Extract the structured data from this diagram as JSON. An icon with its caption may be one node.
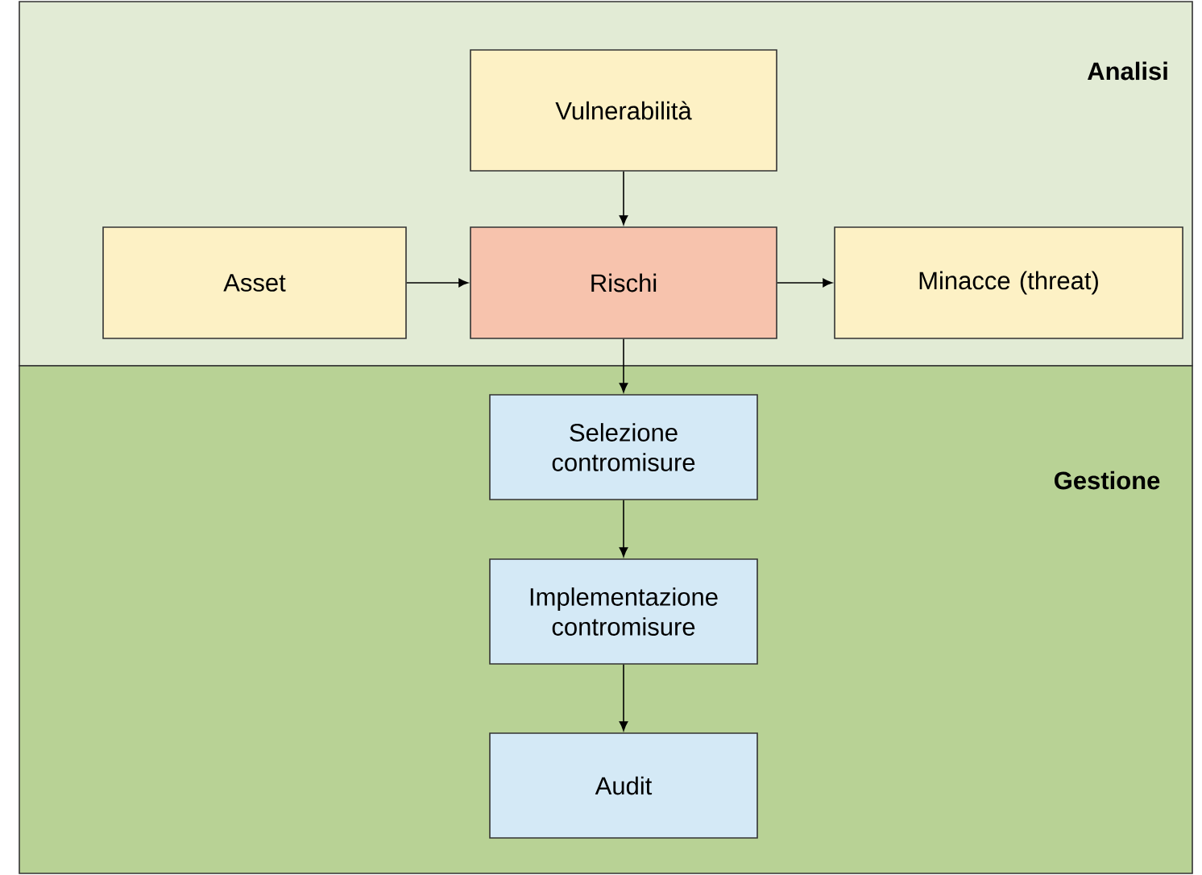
{
  "diagram": {
    "nodes": [
      {
        "text": [
          "Analisi"
        ]
      },
      {
        "text": [
          "Vulnerabilità"
        ],
        "in": 0
      },
      {
        "text": [
          "Asset"
        ],
        "in": 0
      },
      {
        "text": [
          "Rischi"
        ],
        "in": 0
      },
      {
        "text": [
          "Minacce (threat)"
        ],
        "in": 0
      },
      {
        "text": [
          "Gestione"
        ]
      },
      {
        "text": [
          "Selezione contromisure"
        ],
        "in": 5
      },
      {
        "text": [
          "Implementazione contromisure"
        ],
        "in": 5
      },
      {
        "text": [
          "Audit"
        ],
        "in": 5
      }
    ],
    "edges": [
      {
        "from": 1,
        "to": 3,
        "arrow": "to"
      },
      {
        "from": 2,
        "to": 3,
        "arrow": "to"
      },
      {
        "from": 3,
        "to": 4,
        "arrow": "to"
      },
      {
        "from": 3,
        "to": 6,
        "arrow": "to"
      },
      {
        "from": 6,
        "to": 7,
        "arrow": "to"
      },
      {
        "from": 7,
        "to": 8,
        "arrow": "to"
      }
    ]
  }
}
